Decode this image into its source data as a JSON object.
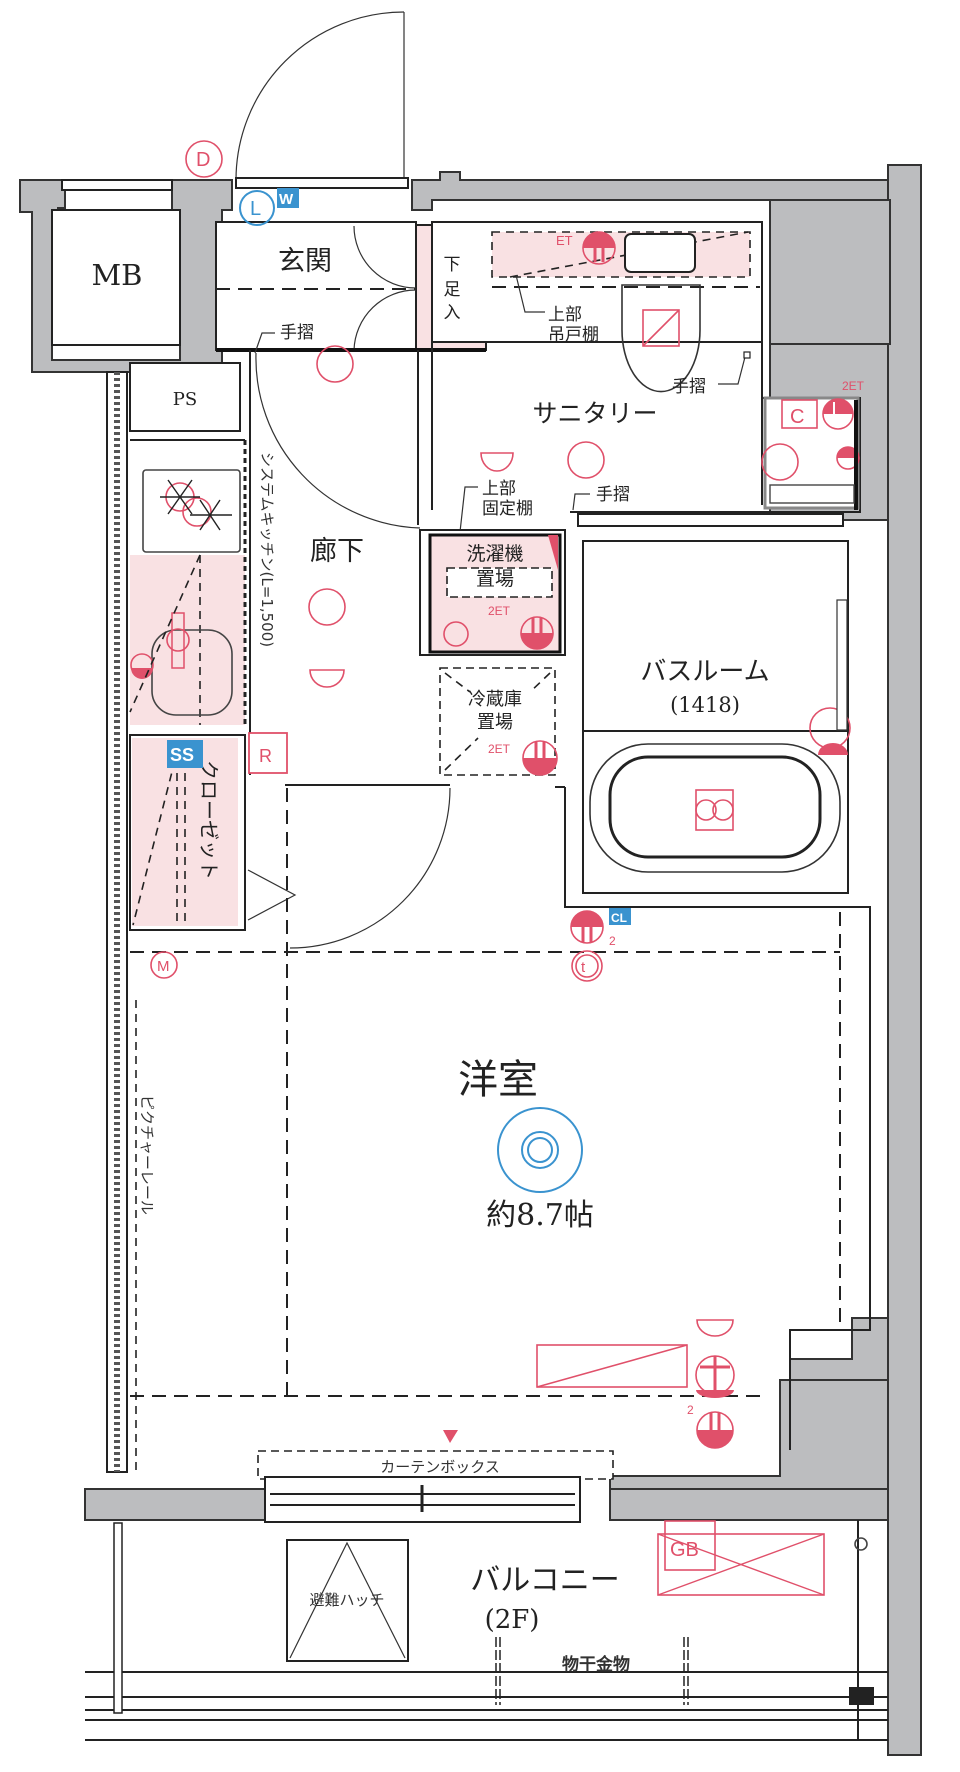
{
  "floorplan": {
    "rooms": {
      "mb": "MB",
      "ps": "PS",
      "genkan": "玄関",
      "shoe_storage": [
        "下",
        "足",
        "入"
      ],
      "sanitary": "サニタリー",
      "corridor": "廊下",
      "washer": [
        "洗濯機",
        "置場"
      ],
      "fridge": [
        "冷蔵庫",
        "置場"
      ],
      "bathroom": "バスルーム",
      "bathroom_size": "(1418)",
      "closet": "クローゼット",
      "western_room": "洋室",
      "western_room_size": "約8.7帖",
      "balcony": "バルコニー",
      "balcony_floor": "(2F)"
    },
    "annotations": {
      "handrail": "手摺",
      "upper_hanging_cabinet": [
        "上部",
        "吊戸棚"
      ],
      "upper_fixed_shelf": [
        "上部",
        "固定棚"
      ],
      "system_kitchen": "システムキッチン(L=1,500)",
      "picture_rail": "ピクチャーレール",
      "curtain_box": "カーテンボックス",
      "evacuation_hatch": "避難ハッチ",
      "clothes_hanger": "物干金物"
    },
    "symbols": {
      "d": "D",
      "l": "L",
      "w": "W",
      "et": "ET",
      "two_et": "2ET",
      "c": "C",
      "r": "R",
      "ss": "SS",
      "m": "M",
      "cl": "CL",
      "t": "t",
      "two": "2",
      "gb": "GB"
    },
    "colors": {
      "wall": "#bcbdbf",
      "line": "#222222",
      "electrical": "#e0506a",
      "pink_area": "#f9e1e3",
      "blue_symbol": "#3a93cf"
    }
  }
}
